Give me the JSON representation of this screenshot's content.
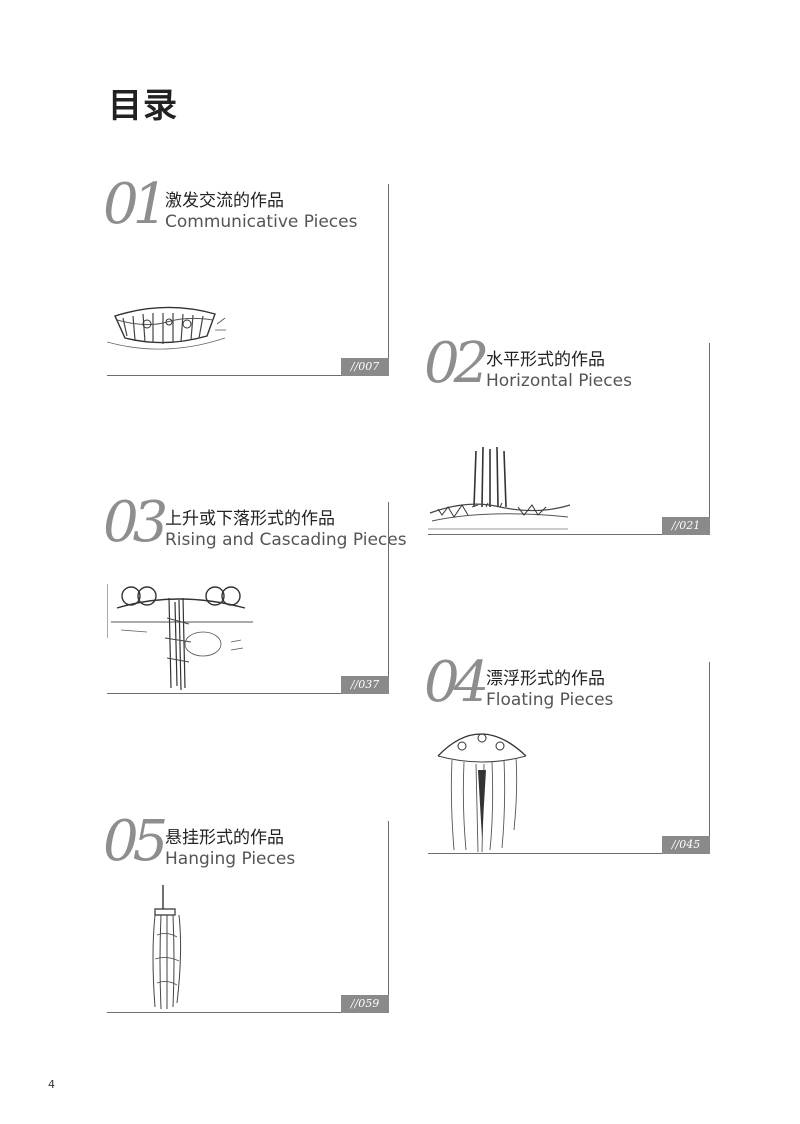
{
  "title": "目录",
  "page_number": "4",
  "sections": [
    {
      "num": "01",
      "zh": "激发交流的作品",
      "en": "Communicative Pieces",
      "page": "//007",
      "sketch": "bowl-sketch"
    },
    {
      "num": "02",
      "zh": "水平形式的作品",
      "en": "Horizontal Pieces",
      "page": "//021",
      "sketch": "spires-sketch"
    },
    {
      "num": "03",
      "zh": "上升或下落形式的作品",
      "en": "Rising and Cascading Pieces",
      "page": "//037",
      "sketch": "column-sketch"
    },
    {
      "num": "04",
      "zh": "漂浮形式的作品",
      "en": "Floating Pieces",
      "page": "//045",
      "sketch": "jellyfish-sketch"
    },
    {
      "num": "05",
      "zh": "悬挂形式的作品",
      "en": "Hanging Pieces",
      "page": "//059",
      "sketch": "chandelier-sketch"
    }
  ]
}
